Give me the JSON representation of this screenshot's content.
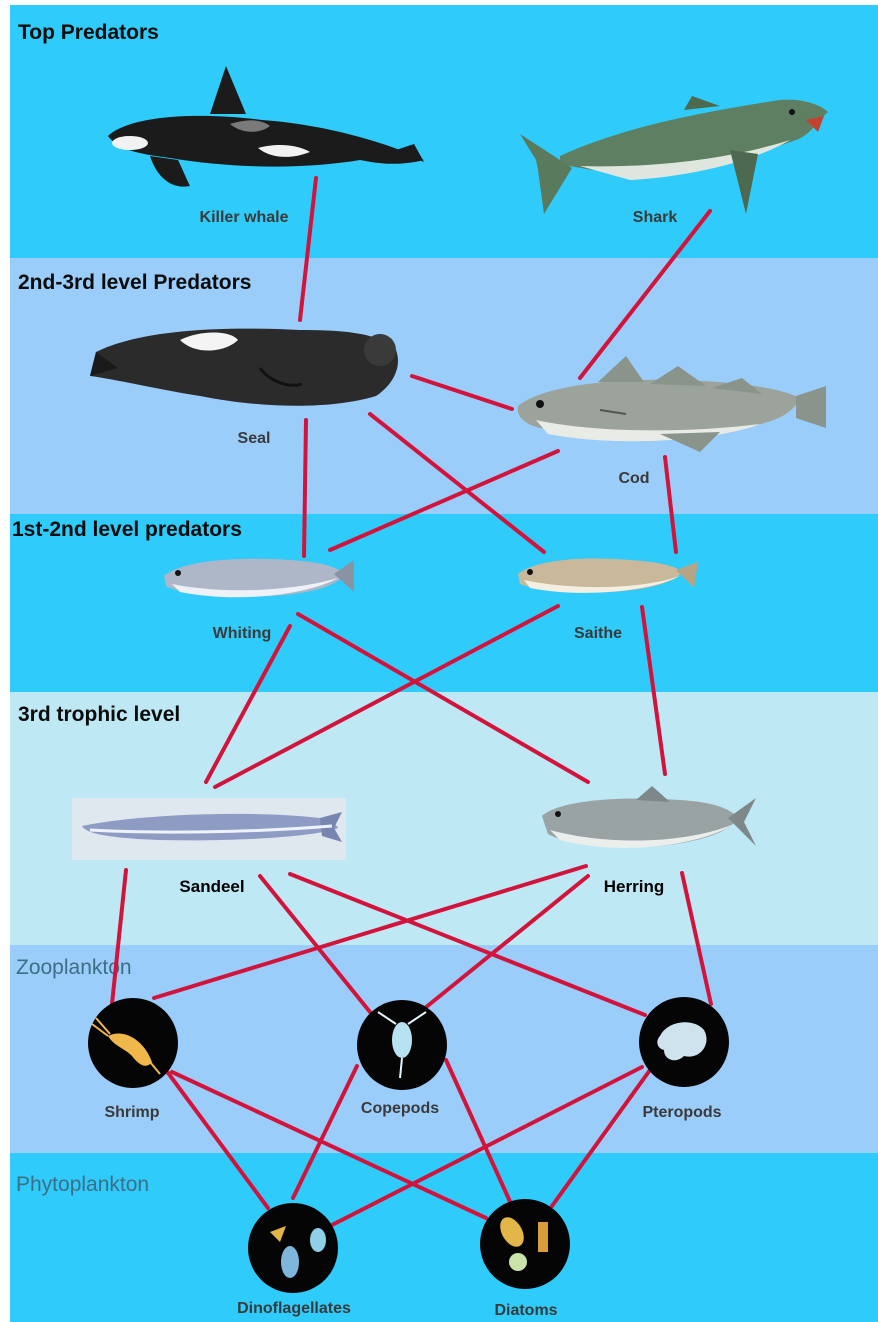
{
  "bands": [
    {
      "title": "Top Predators"
    },
    {
      "title": "2nd-3rd level Predators"
    },
    {
      "title": "1st-2nd level predators"
    },
    {
      "title": "3rd trophic level"
    },
    {
      "title": "Zooplankton"
    },
    {
      "title": "Phytoplankton"
    }
  ],
  "organisms": {
    "killer_whale": "Killer whale",
    "shark": "Shark",
    "seal": "Seal",
    "cod": "Cod",
    "whiting": "Whiting",
    "saithe": "Saithe",
    "sandeel": "Sandeel",
    "herring": "Herring",
    "shrimp": "Shrimp",
    "copepods": "Copepods",
    "pteropods": "Pteropods",
    "dinoflagellates": "Dinoflagellates",
    "diatoms": "Diatoms"
  },
  "colors": {
    "band_bright": "#2fcbfb",
    "band_blue": "#9bcdfb",
    "band_pale": "#bfe8f5",
    "link": "#d2143c"
  }
}
